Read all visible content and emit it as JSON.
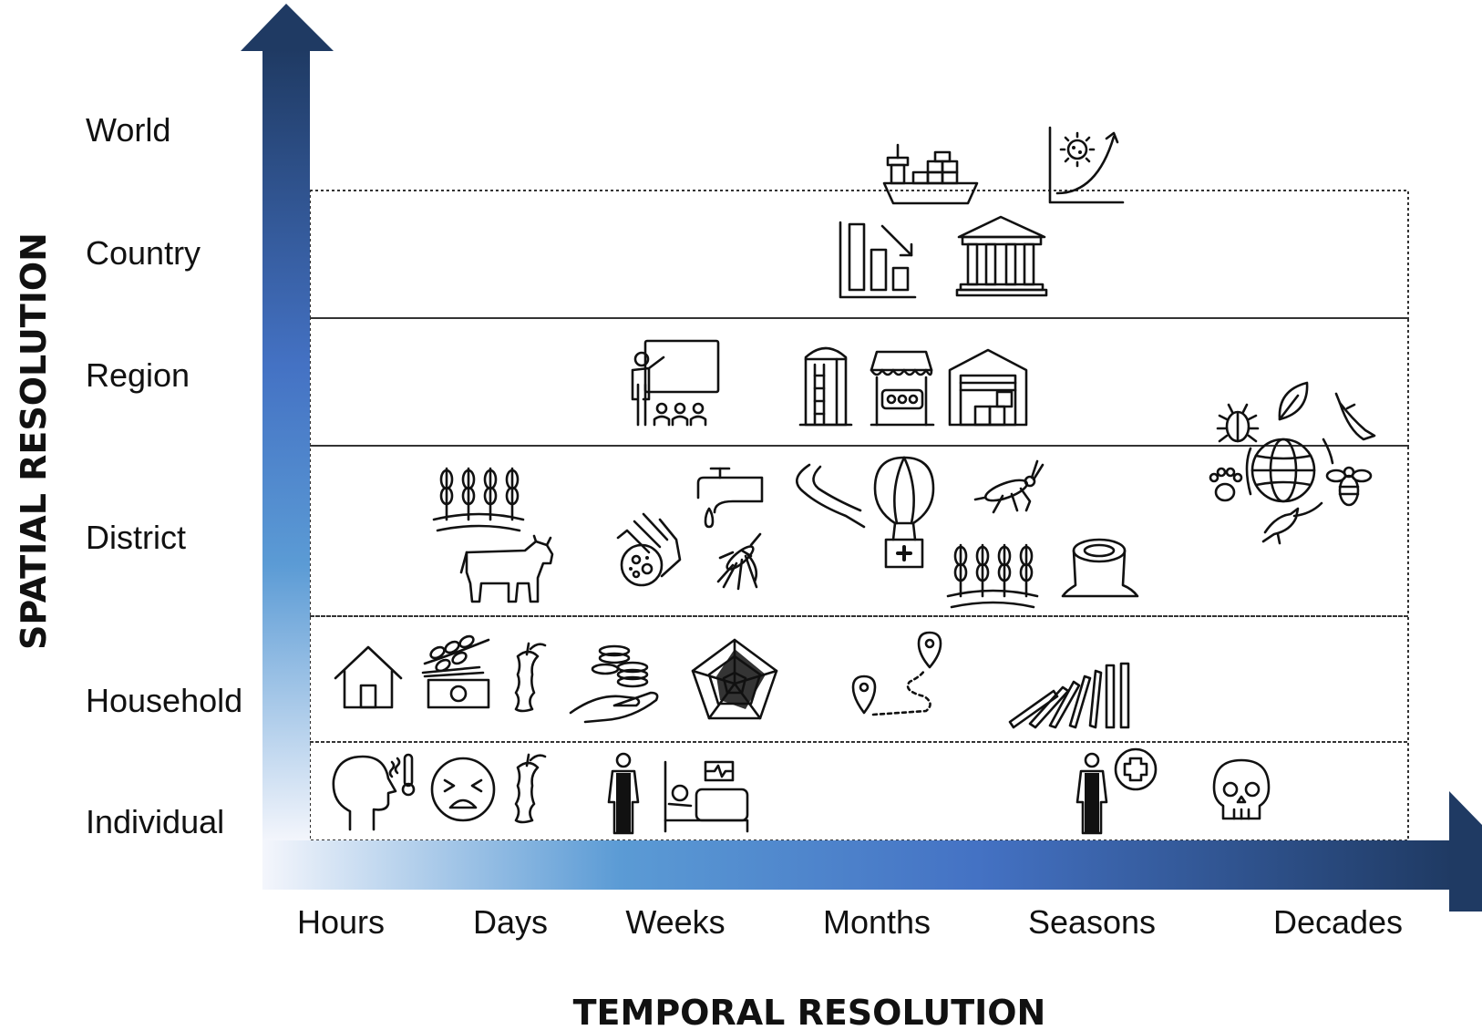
{
  "axes": {
    "y_title": "SPATIAL RESOLUTION",
    "x_title": "TEMPORAL RESOLUTION",
    "spatial_levels": [
      "World",
      "Country",
      "Region",
      "District",
      "Household",
      "Individual"
    ],
    "temporal_levels": [
      "Hours",
      "Days",
      "Weeks",
      "Months",
      "Seasons",
      "Decades"
    ]
  },
  "colors": {
    "axis_dark": "#1f3a63",
    "axis_mid": "#4472c4",
    "axis_light": "#5b9bd5",
    "axis_fade": "#eef2fa"
  },
  "icons": {
    "world": [
      "container-ship-icon",
      "pandemic-growth-chart-icon"
    ],
    "country": [
      "declining-bar-chart-icon",
      "government-building-icon"
    ],
    "region": [
      "teacher-classroom-icon",
      "grain-silo-icon",
      "market-stall-icon",
      "warehouse-icon"
    ],
    "district": [
      "wheat-field-icon",
      "cow-icon",
      "infected-hand-icon",
      "water-tap-icon",
      "mosquito-icon",
      "river-icon",
      "aid-balloon-icon",
      "locust-icon",
      "wheat-field-icon",
      "tree-stump-icon",
      "biodiversity-cycle-icon"
    ],
    "household": [
      "house-icon",
      "money-plant-icon",
      "apple-core-icon",
      "coins-in-hand-icon",
      "spider-chart-icon",
      "migration-route-icon",
      "falling-dominoes-icon"
    ],
    "individual": [
      "fever-head-icon",
      "distressed-face-icon",
      "apple-core-icon",
      "person-icon",
      "hospital-bed-icon",
      "person-health-icon",
      "skull-icon"
    ]
  }
}
